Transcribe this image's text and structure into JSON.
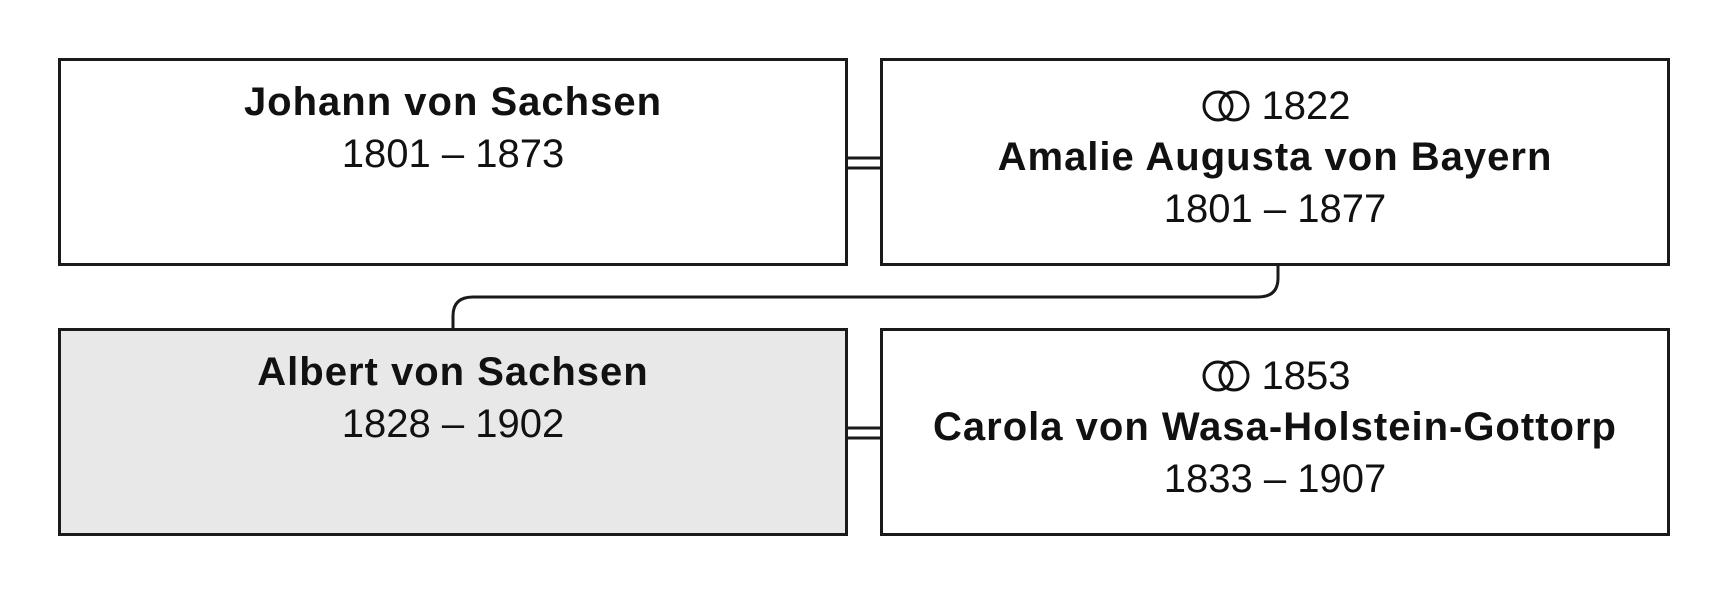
{
  "people": [
    {
      "id": "johann",
      "name": "Johann von Sachsen",
      "dates": "1801 – 1873"
    },
    {
      "id": "amalie",
      "marriage_year": "1822",
      "name": "Amalie Augusta von Bayern",
      "dates": "1801 – 1877"
    },
    {
      "id": "albert",
      "name": "Albert von Sachsen",
      "dates": "1828 – 1902"
    },
    {
      "id": "carola",
      "marriage_year": "1853",
      "name": "Carola von Wasa-Holstein-Gottorp",
      "dates": "1833 – 1907"
    }
  ],
  "icons": {
    "marriage": "wedding-rings-icon"
  },
  "colors": {
    "highlight_box": "#e8e8e8",
    "border": "#1a1a1a"
  }
}
